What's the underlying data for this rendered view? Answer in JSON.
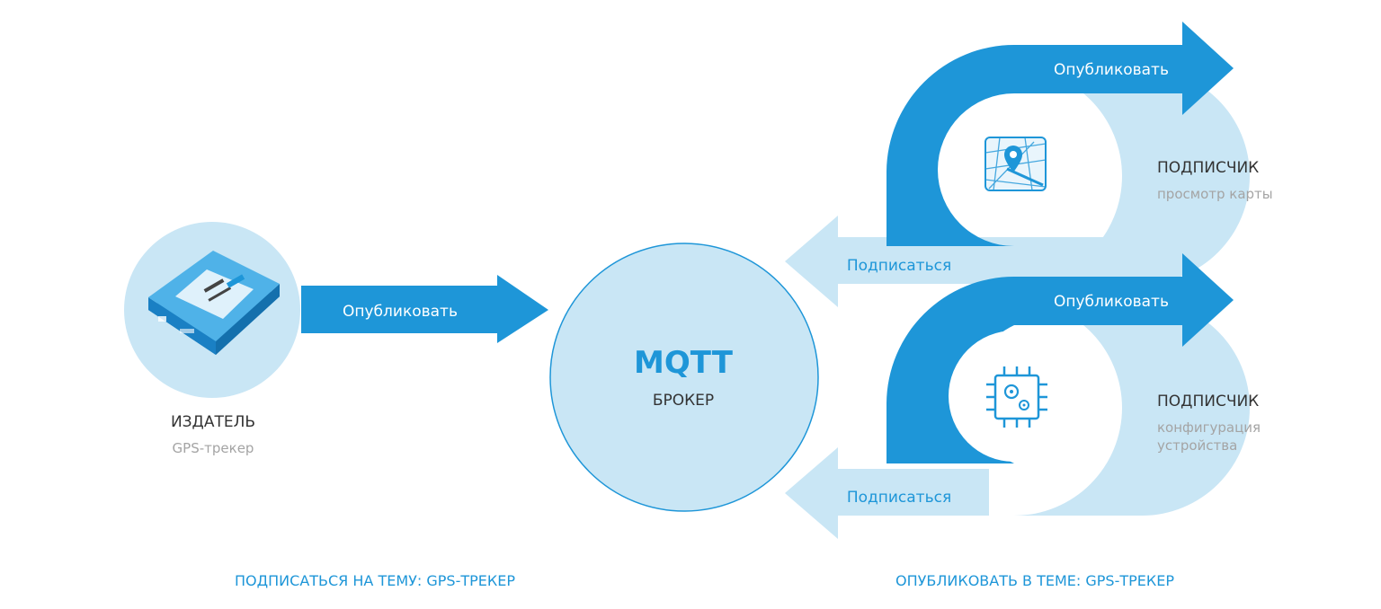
{
  "publisher": {
    "title": "ИЗДАТЕЛЬ",
    "subtitle": "GPS-трекер",
    "icon": "gps-tracker-device-icon",
    "arrow_label": "Опубликовать"
  },
  "broker": {
    "title": "MQTT",
    "subtitle": "БРОКЕР"
  },
  "subscribers": [
    {
      "title": "ПОДПИСЧИК",
      "subtitle_lines": [
        "просмотр карты"
      ],
      "icon": "map-pin-icon",
      "publish_label": "Опубликовать",
      "subscribe_label": "Подписаться"
    },
    {
      "title": "ПОДПИСЧИК",
      "subtitle_lines": [
        "конфигурация",
        "устройства"
      ],
      "icon": "chip-gears-icon",
      "publish_label": "Опубликовать",
      "subscribe_label": "Подписаться"
    }
  ],
  "footer": {
    "left": "ПОДПИСАТЬСЯ НА ТЕМУ: GPS-ТРЕКЕР",
    "right": "ОПУБЛИКОВАТЬ В ТЕМЕ: GPS-ТРЕКЕР"
  },
  "colors": {
    "primary": "#1e96d8",
    "light": "#c9e6f5",
    "dark_text": "#333333",
    "muted_text": "#a4a4a4",
    "white": "#ffffff"
  }
}
